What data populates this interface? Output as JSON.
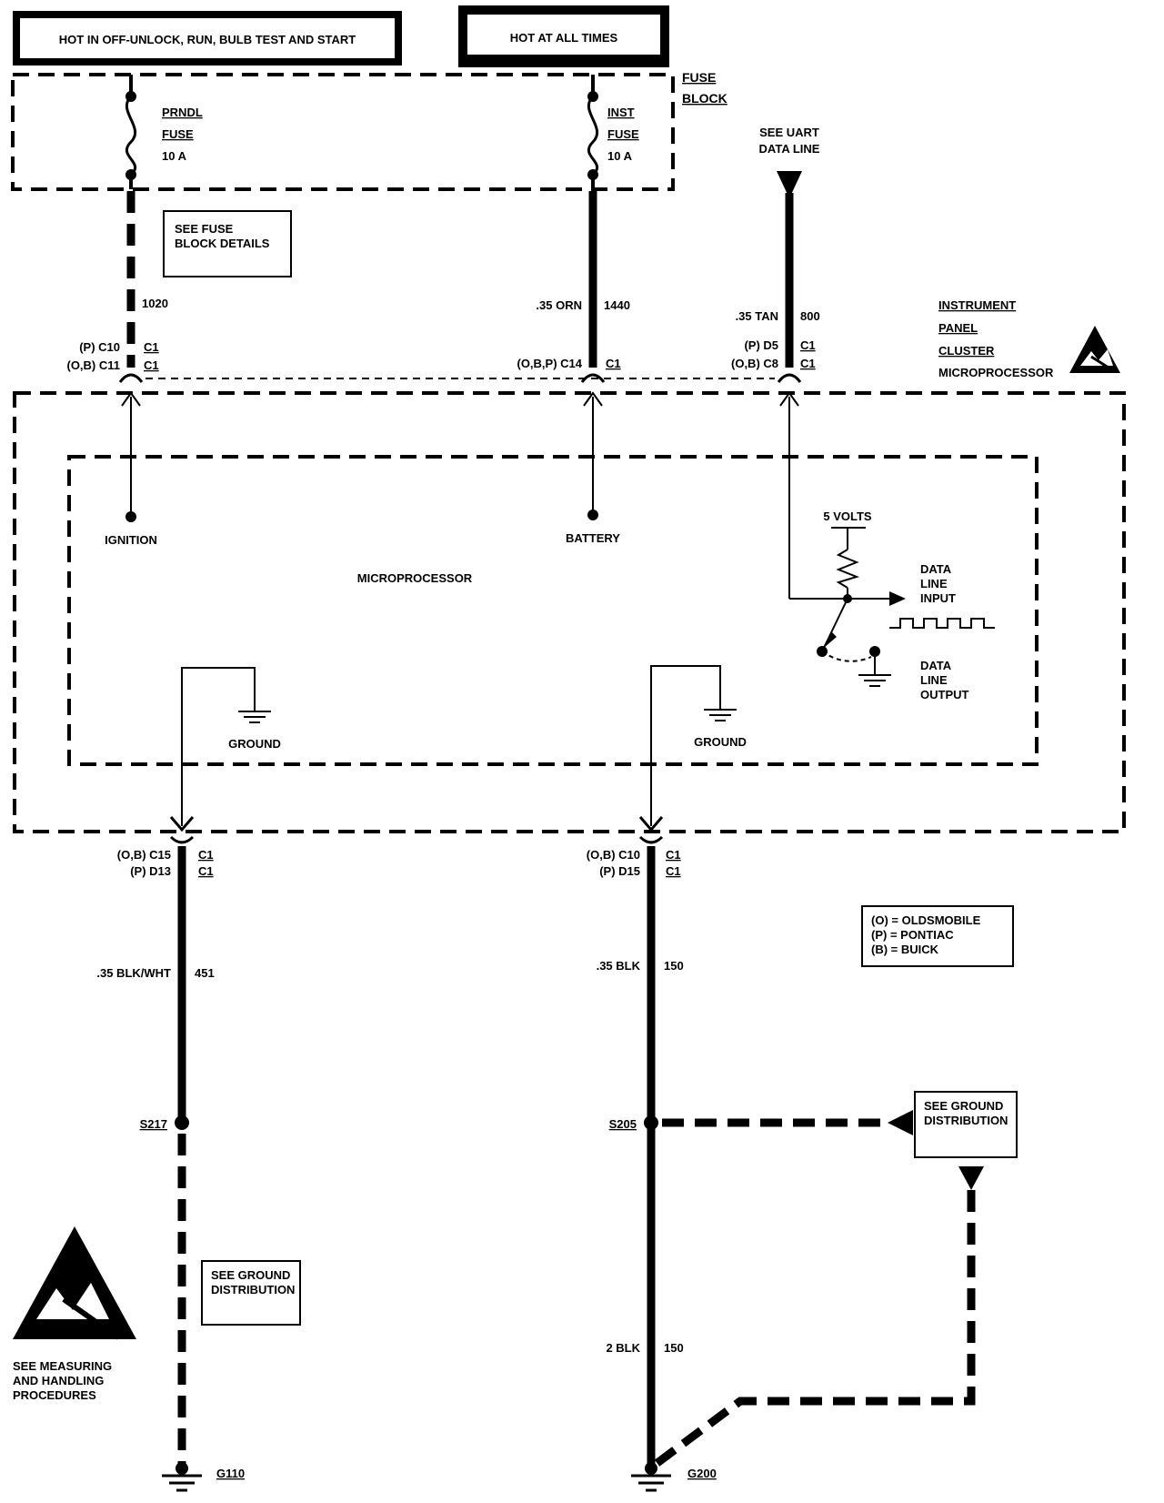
{
  "headers": {
    "left": "HOT IN OFF-UNLOCK, RUN, BULB TEST AND START",
    "right": "HOT AT ALL TIMES"
  },
  "fuse_block": {
    "label_line1": "FUSE",
    "label_line2": "BLOCK",
    "fuse1": {
      "name": "PRNDL",
      "type": "FUSE",
      "rating": "10 A"
    },
    "fuse2": {
      "name": "INST",
      "type": "FUSE",
      "rating": "10 A"
    }
  },
  "notes": {
    "see_fuse_block_1": "SEE FUSE",
    "see_fuse_block_2": "BLOCK DETAILS",
    "see_uart_1": "SEE UART",
    "see_uart_2": "DATA LINE",
    "see_ground_1a": "SEE GROUND",
    "see_ground_1b": "DISTRIBUTION",
    "see_ground_2a": "SEE GROUND",
    "see_ground_2b": "DISTRIBUTION",
    "esd_1": "SEE MEASURING",
    "esd_2": "AND HANDLING",
    "esd_3": "PROCEDURES"
  },
  "module": {
    "name1": "INSTRUMENT",
    "name2": "PANEL",
    "name3": "CLUSTER",
    "name4": "MICROPROCESSOR",
    "inner_label": "MICROPROCESSOR",
    "ignition": "IGNITION",
    "battery": "BATTERY",
    "ground1": "GROUND",
    "ground2": "GROUND",
    "five_volts": "5 VOLTS",
    "dli1": "DATA",
    "dli2": "LINE",
    "dli3": "INPUT",
    "dlo1": "DATA",
    "dlo2": "LINE",
    "dlo3": "OUTPUT"
  },
  "wires": {
    "w1020": "1020",
    "w1440_color": ".35 ORN",
    "w1440": "1440",
    "w800_color": ".35 TAN",
    "w800": "800",
    "w451_color": ".35 BLK/WHT",
    "w451": "451",
    "w150a_color": ".35 BLK",
    "w150a": "150",
    "w150b_color": "2 BLK",
    "w150b": "150"
  },
  "connectors": {
    "c1_line1": "(P) C10",
    "c1_line2": "(O,B) C11",
    "c2_line1": "(O,B,P) C14",
    "c3_line1": "(P) D5",
    "c3_line2": "(O,B) C8",
    "c4_line1": "(O,B) C15",
    "c4_line2": "(P) D13",
    "c5_line1": "(O,B) C10",
    "c5_line2": "(P) D15",
    "c_tag": "C1"
  },
  "splices": {
    "s217": "S217",
    "s205": "S205"
  },
  "grounds": {
    "g110": "G110",
    "g200": "G200"
  },
  "legend": {
    "o": "(O) = OLDSMOBILE",
    "p": "(P) = PONTIAC",
    "b": "(B) = BUICK"
  }
}
